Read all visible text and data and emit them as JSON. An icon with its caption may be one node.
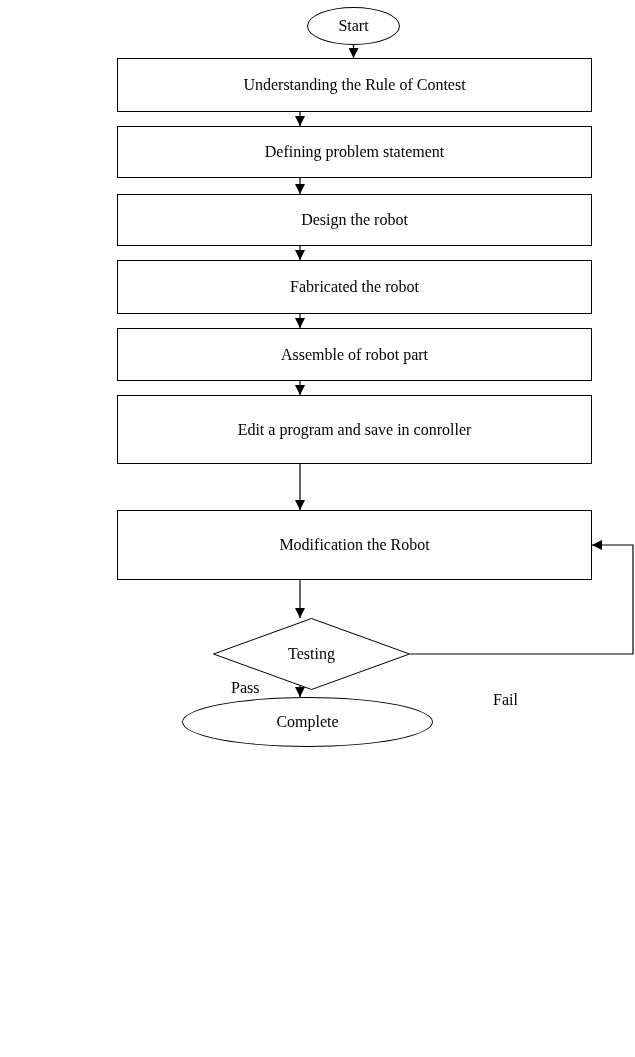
{
  "diagram": {
    "nodes": [
      {
        "text": [
          "Start"
        ]
      },
      {
        "text": [
          "Understanding the Rule of Contest"
        ]
      },
      {
        "text": [
          "Defining problem statement"
        ]
      },
      {
        "text": [
          "Design the robot"
        ]
      },
      {
        "text": [
          "Fabricated the robot"
        ]
      },
      {
        "text": [
          "Assemble of robot part"
        ]
      },
      {
        "text": [
          "Edit a program and save in conroller"
        ]
      },
      {
        "text": [
          "Modification the Robot"
        ]
      },
      {
        "text": [
          "Testing"
        ]
      },
      {
        "text": [
          "Complete"
        ]
      }
    ],
    "edges": [
      {
        "from": 0,
        "to": 1,
        "arrow": "to"
      },
      {
        "from": 1,
        "to": 2,
        "arrow": "to"
      },
      {
        "from": 2,
        "to": 3,
        "arrow": "to"
      },
      {
        "from": 3,
        "to": 4,
        "arrow": "to"
      },
      {
        "from": 4,
        "to": 5,
        "arrow": "to"
      },
      {
        "from": 5,
        "to": 6,
        "arrow": "to"
      },
      {
        "from": 6,
        "to": 7,
        "arrow": "to"
      },
      {
        "from": 7,
        "to": 8,
        "arrow": "to"
      },
      {
        "from": 8,
        "to": 9,
        "arrow": "to",
        "label": "Pass"
      },
      {
        "from": 8,
        "to": 7,
        "arrow": "to",
        "label": "Fail"
      }
    ]
  }
}
